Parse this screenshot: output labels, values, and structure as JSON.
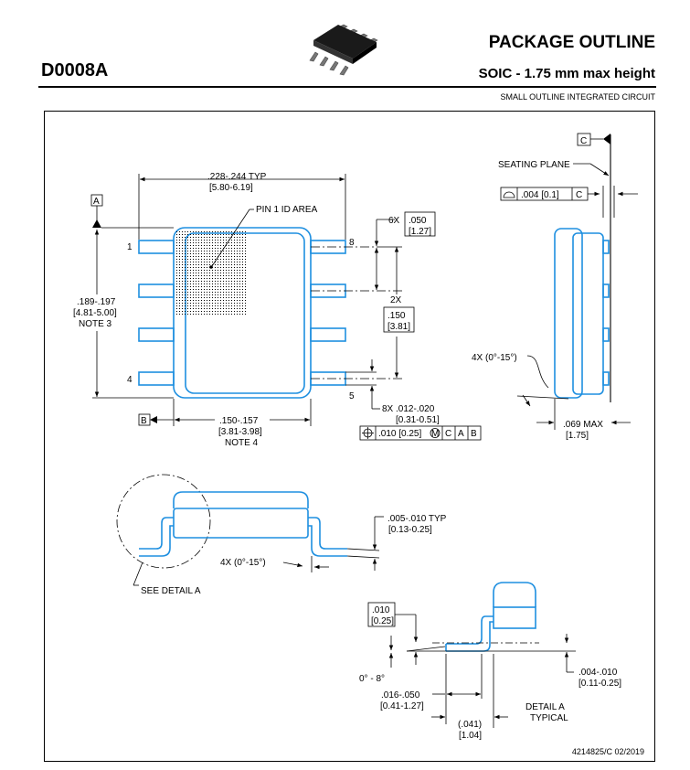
{
  "header": {
    "code": "D0008A",
    "title": "PACKAGE OUTLINE",
    "subtitle": "SOIC - 1.75 mm max height",
    "description": "SMALL OUTLINE INTEGRATED CIRCUIT"
  },
  "top_view": {
    "datum_a": "A",
    "datum_b": "B",
    "width_in": ".228-.244  TYP",
    "width_mm": "[5.80-6.19]",
    "pin1_area": "PIN 1 ID AREA",
    "pin_1": "1",
    "pin_4": "4",
    "pin_5": "5",
    "pin_8": "8",
    "length_in": ".189-.197",
    "length_mm": "[4.81-5.00]",
    "length_note": "NOTE 3",
    "pitch_count": "6X",
    "pitch_in": ".050",
    "pitch_mm": "[1.27]",
    "span_count": "2X",
    "span_in": ".150",
    "span_mm": "[3.81]",
    "lead_w_in": "8X .012-.020",
    "lead_w_mm": "[0.31-0.51]",
    "fcf_value": ".010 [0.25]",
    "fcf_m": "M",
    "fcf_ref1": "C",
    "fcf_ref2": "A",
    "fcf_ref3": "B",
    "body_w_in": ".150-.157",
    "body_w_mm": "[3.81-3.98]",
    "body_w_note": "NOTE 4"
  },
  "side_view": {
    "datum_c": "C",
    "seating_plane": "SEATING PLANE",
    "flat_value": ".004 [0.1]",
    "flat_ref": "C",
    "angle": "4X (0°-15°)",
    "height_in": ".069 MAX",
    "height_mm": "[1.75]"
  },
  "end_view": {
    "thickness_in": ".005-.010  TYP",
    "thickness_mm": "[0.13-0.25]",
    "angle": "4X (0°-15°)",
    "see_detail": "SEE DETAIL A"
  },
  "detail_a": {
    "gauge_in": ".010",
    "gauge_mm": "[0.25]",
    "angle": "0° - 8°",
    "standoff_in": ".004-.010",
    "standoff_mm": "[0.11-0.25]",
    "foot_in": ".016-.050",
    "foot_mm": "[0.41-1.27]",
    "foot_ref_in": "(.041)",
    "foot_ref_mm": "[1.04]",
    "title": "DETAIL A",
    "subtitle": "TYPICAL"
  },
  "footer": {
    "doc_id": "4214825/C  02/2019"
  },
  "colors": {
    "outline": "#1e8fe0",
    "lines": "#000000"
  }
}
